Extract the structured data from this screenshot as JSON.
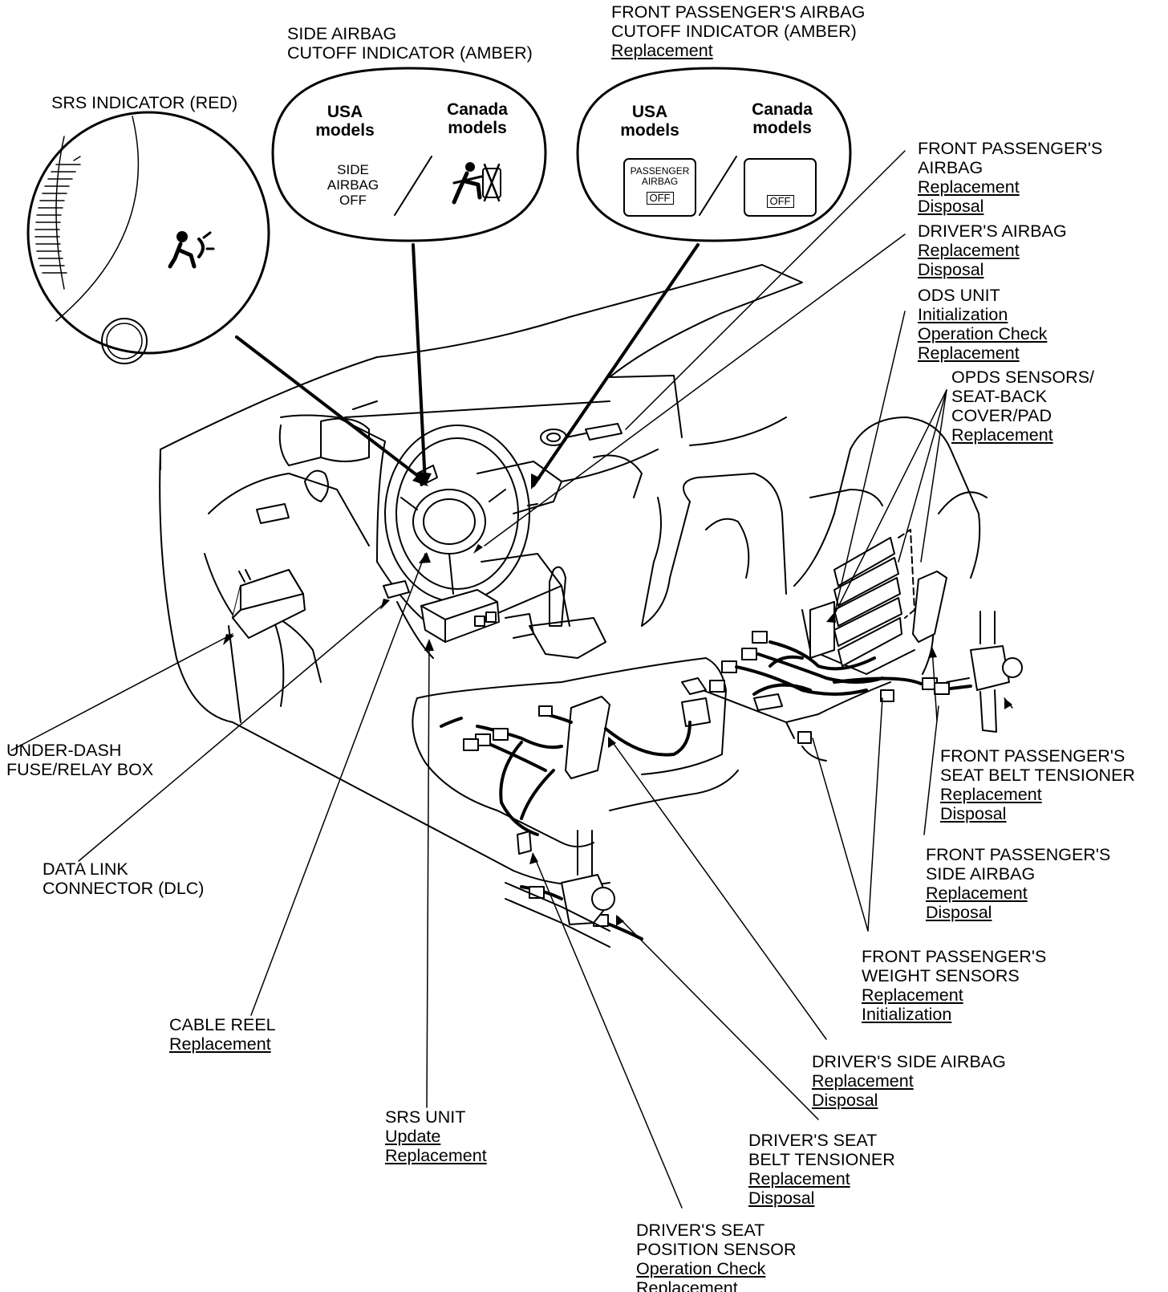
{
  "labels": {
    "srs_indicator": {
      "title": "SRS INDICATOR (RED)"
    },
    "side_airbag_cutoff": {
      "line1": "SIDE AIRBAG",
      "line2": "CUTOFF INDICATOR (AMBER)"
    },
    "passenger_airbag_cutoff": {
      "line1": "FRONT PASSENGER'S AIRBAG",
      "line2": "CUTOFF INDICATOR (AMBER)",
      "link1": "Replacement"
    },
    "front_passenger_airbag": {
      "line1": "FRONT PASSENGER'S",
      "line2": "AIRBAG",
      "link1": "Replacement",
      "link2": "Disposal"
    },
    "drivers_airbag": {
      "line1": "DRIVER'S AIRBAG",
      "link1": "Replacement",
      "link2": "Disposal"
    },
    "ods_unit": {
      "line1": "ODS UNIT",
      "link1": "Initialization",
      "link2": "Operation Check",
      "link3": "Replacement"
    },
    "opds_sensors": {
      "line1": "OPDS SENSORS/",
      "line2": "SEAT-BACK",
      "line3": "COVER/PAD",
      "link1": "Replacement"
    },
    "under_dash_box": {
      "line1": "UNDER-DASH",
      "line2": "FUSE/RELAY BOX"
    },
    "dlc": {
      "line1": "DATA LINK",
      "line2": "CONNECTOR (DLC)"
    },
    "cable_reel": {
      "line1": "CABLE REEL",
      "link1": "Replacement"
    },
    "srs_unit": {
      "line1": "SRS UNIT",
      "link1": "Update",
      "link2": "Replacement"
    },
    "passenger_seat_belt_tensioner": {
      "line1": "FRONT PASSENGER'S",
      "line2": "SEAT BELT TENSIONER",
      "link1": "Replacement",
      "link2": "Disposal"
    },
    "passenger_side_airbag": {
      "line1": "FRONT PASSENGER'S",
      "line2": "SIDE AIRBAG",
      "link1": "Replacement",
      "link2": "Disposal"
    },
    "passenger_weight_sensors": {
      "line1": "FRONT PASSENGER'S",
      "line2": "WEIGHT SENSORS",
      "link1": "Replacement",
      "link2": "Initialization"
    },
    "drivers_side_airbag": {
      "line1": "DRIVER'S SIDE AIRBAG",
      "link1": "Replacement",
      "link2": "Disposal"
    },
    "drivers_seat_belt_tensioner": {
      "line1": "DRIVER'S SEAT",
      "line2": "BELT TENSIONER",
      "link1": "Replacement",
      "link2": "Disposal"
    },
    "drivers_seat_position_sensor": {
      "line1": "DRIVER'S SEAT",
      "line2": "POSITION SENSOR",
      "link1": "Operation Check",
      "link2": "Replacement"
    }
  },
  "indicators": {
    "side": {
      "usa_line1": "USA",
      "usa_line2": "models",
      "canada_line1": "Canada",
      "canada_line2": "models",
      "usa_text1": "SIDE",
      "usa_text2": "AIRBAG",
      "usa_text3": "OFF"
    },
    "passenger": {
      "usa_line1": "USA",
      "usa_line2": "models",
      "canada_line1": "Canada",
      "canada_line2": "models",
      "badge_text1": "PASSENGER",
      "badge_text2": "AIRBAG",
      "badge_off": "OFF",
      "canada_off": "OFF"
    }
  }
}
